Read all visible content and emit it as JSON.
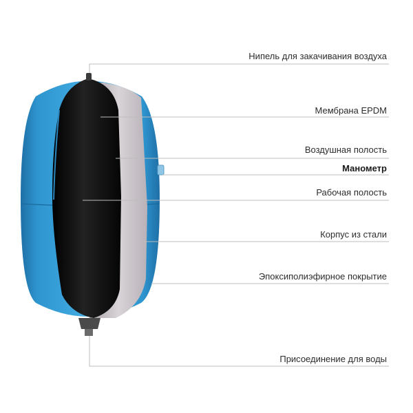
{
  "colors": {
    "tank_blue": "#2e95cf",
    "membrane": "#0e0e0e",
    "steel_shell": "#c9c3c8",
    "leader_line": "#bdbdbd",
    "label_text": "#2c2c2c"
  },
  "labels": {
    "valve": "Нипель для закачивания воздуха",
    "membrane": "Мембрана EPDM",
    "air_chamber": "Воздушная полость",
    "gauge": "Манометр",
    "water_chamber": "Рабочая полость",
    "steel_body": "Корпус из стали",
    "coating": "Эпоксиполиэфирное покрытие",
    "water_connection": "Присоединение для воды"
  }
}
